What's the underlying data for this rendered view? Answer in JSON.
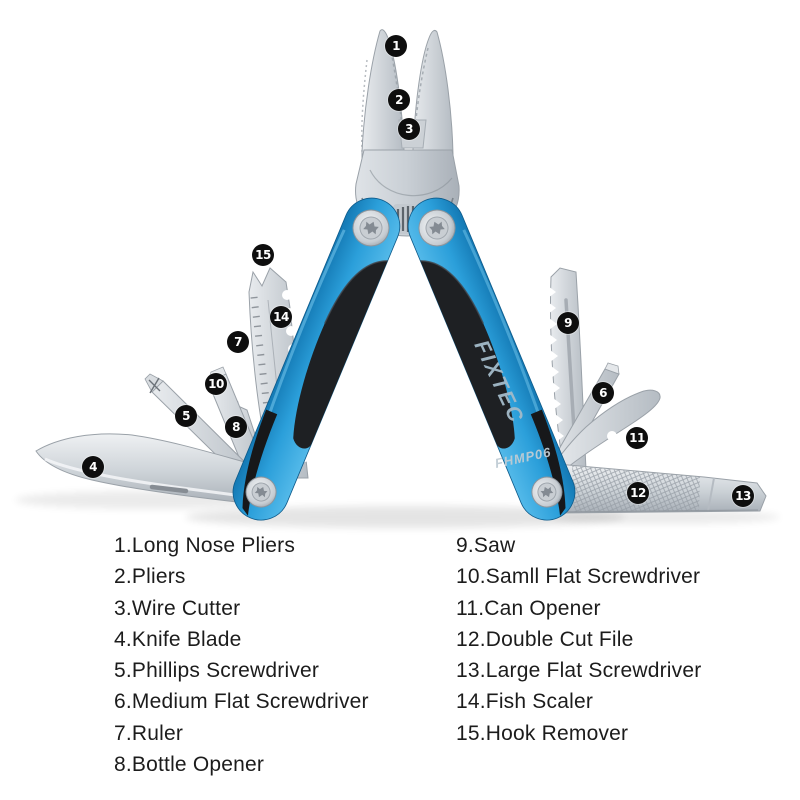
{
  "product": {
    "brand": "FIXTEC",
    "model": "FHMP06"
  },
  "badges": [
    "1",
    "2",
    "3",
    "4",
    "5",
    "6",
    "7",
    "8",
    "9",
    "10",
    "11",
    "12",
    "13",
    "14",
    "15"
  ],
  "legend": {
    "left": [
      "1.Long Nose Pliers",
      "2.Pliers",
      "3.Wire Cutter",
      "4.Knife Blade",
      "5.Phillips Screwdriver",
      "6.Medium Flat Screwdriver",
      "7.Ruler",
      "8.Bottle Opener"
    ],
    "right": [
      "9.Saw",
      "10.Samll Flat Screwdriver",
      "11.Can Opener",
      "12.Double Cut File",
      "13.Large Flat Screwdriver",
      "14.Fish Scaler",
      "15.Hook Remover"
    ]
  },
  "colors": {
    "background": "#ffffff",
    "handle_blue": "#2b9fda",
    "handle_blue_light": "#53b9e9",
    "handle_blue_dark": "#1479b4",
    "grip_black": "#1e2023",
    "steel_light": "#eceef0",
    "steel_dark": "#b3b9c0",
    "badge_background": "#0e0e0e",
    "badge_text": "#ffffff",
    "legend_text": "#1c1c1c",
    "brand_text": "#a3bac9"
  }
}
